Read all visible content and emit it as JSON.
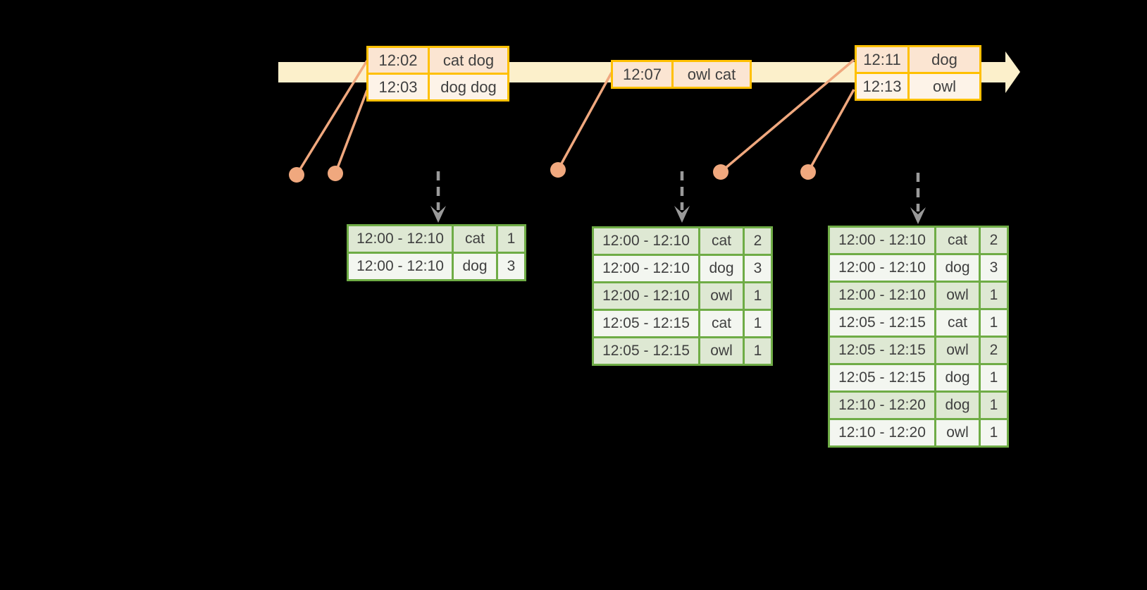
{
  "diagram": {
    "event_tables": [
      {
        "rows": [
          [
            "12:02",
            "cat dog"
          ],
          [
            "12:03",
            "dog dog"
          ]
        ]
      },
      {
        "rows": [
          [
            "12:07",
            "owl cat"
          ]
        ]
      },
      {
        "rows": [
          [
            "12:11",
            "dog"
          ],
          [
            "12:13",
            "owl"
          ]
        ]
      }
    ],
    "result_tables": [
      {
        "rows": [
          [
            "12:00 - 12:10",
            "cat",
            "1"
          ],
          [
            "12:00 - 12:10",
            "dog",
            "3"
          ]
        ]
      },
      {
        "rows": [
          [
            "12:00 - 12:10",
            "cat",
            "2"
          ],
          [
            "12:00 - 12:10",
            "dog",
            "3"
          ],
          [
            "12:00 - 12:10",
            "owl",
            "1"
          ],
          [
            "12:05 - 12:15",
            "cat",
            "1"
          ],
          [
            "12:05 - 12:15",
            "owl",
            "1"
          ]
        ]
      },
      {
        "rows": [
          [
            "12:00 - 12:10",
            "cat",
            "2"
          ],
          [
            "12:00 - 12:10",
            "dog",
            "3"
          ],
          [
            "12:00 - 12:10",
            "owl",
            "1"
          ],
          [
            "12:05 - 12:15",
            "cat",
            "1"
          ],
          [
            "12:05 - 12:15",
            "owl",
            "2"
          ],
          [
            "12:05 - 12:15",
            "dog",
            "1"
          ],
          [
            "12:10 - 12:20",
            "dog",
            "1"
          ],
          [
            "12:10 - 12:20",
            "owl",
            "1"
          ]
        ]
      }
    ],
    "colors": {
      "background": "#000000",
      "timeline_fill": "#FCF0CB",
      "event_border": "#FFC000",
      "event_row_dark": "#FBE5D2",
      "event_row_light": "#FDF3E8",
      "result_border": "#6FAC46",
      "result_row_dark": "#DEE8D3",
      "result_row_light": "#F3F6F0",
      "dot_color": "#F0A87E",
      "trigger_arrow_color": "#9A9A9A",
      "text_color": "#404040"
    }
  }
}
